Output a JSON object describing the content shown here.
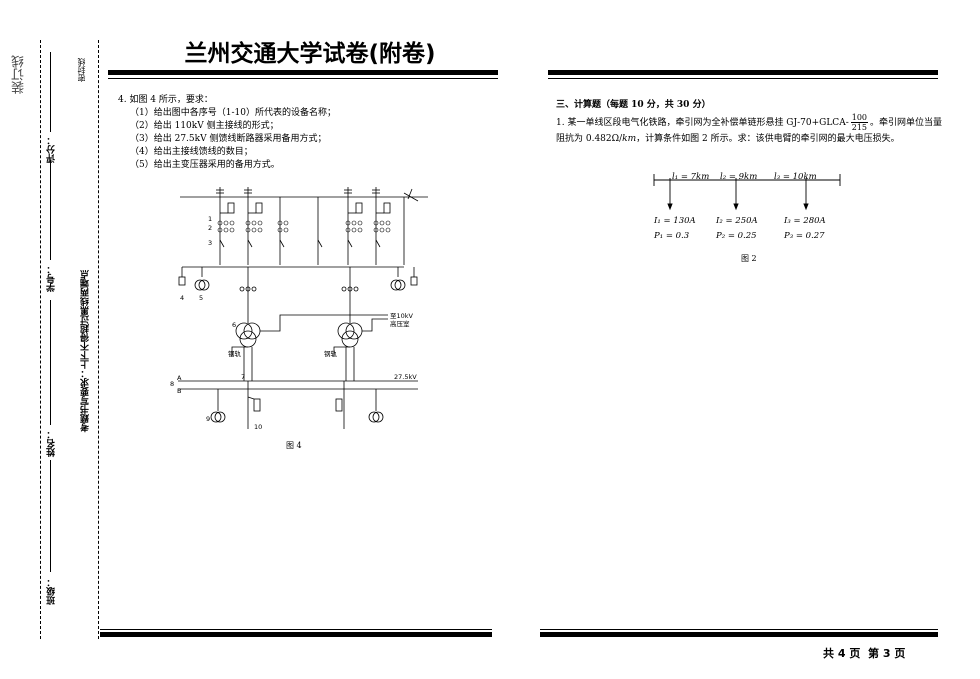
{
  "margin": {
    "binding_line": "装订线",
    "seal_line": "密封线",
    "notice": "考题书写要求：上下不得超过黑线两端点",
    "fields": [
      "评分：",
      "学号：",
      "姓名：",
      "班级："
    ]
  },
  "header": {
    "title": "兰州交通大学试卷(附卷)"
  },
  "q4": {
    "stem": "4. 如图 4 所示，要求：",
    "items": [
      "（1）给出图中各序号（1-10）所代表的设备名称；",
      "（2）给出 110kV 侧主接线的形式；",
      "（3）给出 27.5kV 侧馈线断路器采用备用方式；",
      "（4）给出主接线馈线的数目；",
      "（5）给出主变压器采用的备用方式。"
    ],
    "figure_caption": "图 4",
    "diagram_labels": {
      "n1": "1",
      "n2": "2",
      "n3": "3",
      "n4": "4",
      "n5": "5",
      "n6": "6",
      "n7": "7",
      "n8": "8",
      "n9": "9",
      "n10": "10",
      "busA": "A",
      "busB": "B",
      "rail1": "钢轨",
      "rail2": "钢轨",
      "to10kv": "至10kV",
      "hv_room": "高压室",
      "kv275": "27.5kV"
    }
  },
  "section3": {
    "heading": "三、计算题（每题 10 分，共 30 分）",
    "q1_part1": "1. 某一单线区段电气化铁路，牵引网为全补偿单链形悬挂 GJ-70+GLCA-",
    "frac_num": "100",
    "frac_den": "215",
    "q1_part2": "。牵引网单位当量阻抗为 0.482Ω/",
    "q1_unit": "km",
    "q1_part3": "，计算条件如图 2 所示。求：该供电臂的牵引网的最大电压损失。",
    "fig2": {
      "l1": "l₁ = 7km",
      "l2": "l₂ = 9km",
      "l3": "l₃ = 10km",
      "i1": "I₁ = 130A",
      "i2": "I₂ = 250A",
      "i3": "I₃ = 280A",
      "p1": "P₁ = 0.3",
      "p2": "P₂ = 0.25",
      "p3": "P₃ = 0.27",
      "caption": "图 2"
    }
  },
  "footer": {
    "total": "共 4 页",
    "current": "第 3 页"
  }
}
